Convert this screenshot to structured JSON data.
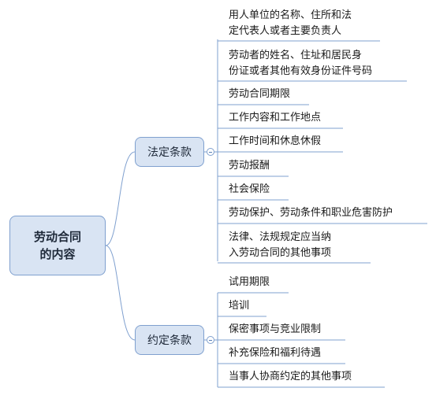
{
  "root": {
    "label": "劳动合同\n的内容"
  },
  "branches": [
    {
      "label": "法定条款",
      "items": [
        "用人单位的名称、住所和法\n定代表人或者主要负责人",
        "劳动者的姓名、住址和居民身\n份证或者其他有效身份证件号码",
        "劳动合同期限",
        "工作内容和工作地点",
        "工作时间和休息休假",
        "劳动报酬",
        "社会保险",
        "劳动保护、劳动条件和职业危害防护",
        "法律、法规规定应当纳\n入劳动合同的其他事项"
      ]
    },
    {
      "label": "约定条款",
      "items": [
        "试用期限",
        "培训",
        "保密事项与竞业限制",
        "补充保险和福利待遇",
        "当事人协商约定的其他事项"
      ]
    }
  ],
  "colors": {
    "connector": "#7fa0cf",
    "node_fill": "#d9e4f3",
    "node_border": "#7fa0cf"
  }
}
